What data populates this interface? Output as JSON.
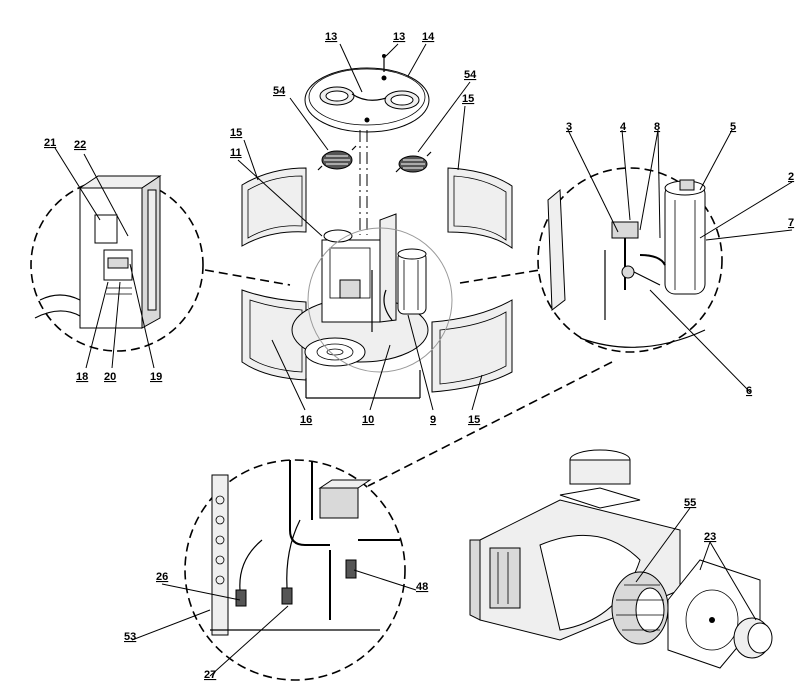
{
  "callouts": [
    {
      "id": "c13a",
      "text": "13"
    },
    {
      "id": "c13b",
      "text": "13"
    },
    {
      "id": "c14",
      "text": "14"
    },
    {
      "id": "c54a",
      "text": "54"
    },
    {
      "id": "c54b",
      "text": "54"
    },
    {
      "id": "c15a",
      "text": "15"
    },
    {
      "id": "c15b",
      "text": "15"
    },
    {
      "id": "c15c",
      "text": "15"
    },
    {
      "id": "c11",
      "text": "11"
    },
    {
      "id": "c16",
      "text": "16"
    },
    {
      "id": "c10",
      "text": "10"
    },
    {
      "id": "c9",
      "text": "9"
    },
    {
      "id": "c21",
      "text": "21"
    },
    {
      "id": "c22",
      "text": "22"
    },
    {
      "id": "c18",
      "text": "18"
    },
    {
      "id": "c20",
      "text": "20"
    },
    {
      "id": "c19",
      "text": "19"
    },
    {
      "id": "c3",
      "text": "3"
    },
    {
      "id": "c4",
      "text": "4"
    },
    {
      "id": "c8",
      "text": "8"
    },
    {
      "id": "c5",
      "text": "5"
    },
    {
      "id": "c2",
      "text": "2"
    },
    {
      "id": "c7",
      "text": "7"
    },
    {
      "id": "c6",
      "text": "6"
    },
    {
      "id": "c26",
      "text": "26"
    },
    {
      "id": "c53",
      "text": "53"
    },
    {
      "id": "c27",
      "text": "27"
    },
    {
      "id": "c48",
      "text": "48"
    },
    {
      "id": "c55",
      "text": "55"
    },
    {
      "id": "c23",
      "text": "23"
    }
  ]
}
